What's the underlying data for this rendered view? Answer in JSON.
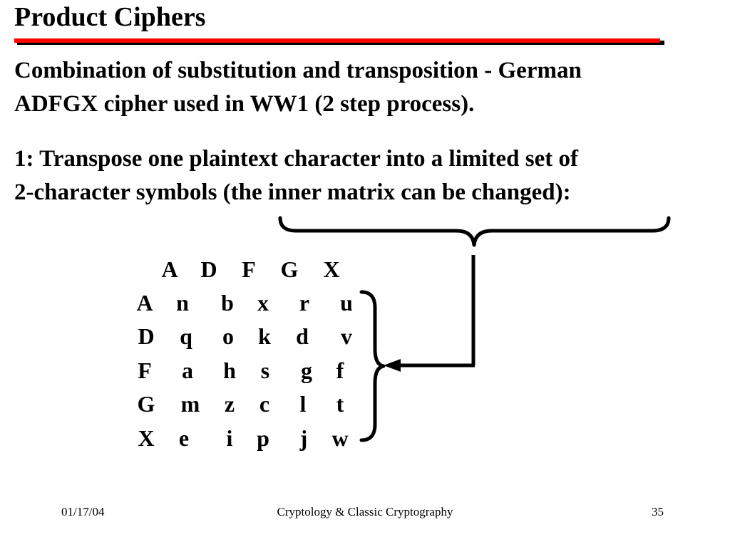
{
  "slide": {
    "title": "Product Ciphers",
    "paragraph_1_line_1": "Combination of substitution and transposition - German",
    "paragraph_1_line_2": "ADFGX cipher used in WW1 (2 step process).",
    "paragraph_2_line_1": "1: Transpose one plaintext character into a limited set of",
    "paragraph_2_line_2": "2-character symbols (the inner matrix can be changed):"
  },
  "matrix": {
    "column_headers": [
      "A",
      "D",
      "F",
      "G",
      "X"
    ],
    "rows": [
      {
        "header": "A",
        "cells": [
          "n",
          "b",
          "x",
          "r",
          "u"
        ]
      },
      {
        "header": "D",
        "cells": [
          "q",
          "o",
          "k",
          "d",
          "v"
        ]
      },
      {
        "header": "F",
        "cells": [
          "a",
          "h",
          "s",
          "g",
          "f"
        ]
      },
      {
        "header": "G",
        "cells": [
          "m",
          "z",
          "c",
          "l",
          "t"
        ]
      },
      {
        "header": "X",
        "cells": [
          "e",
          "i",
          "p",
          "j",
          "w"
        ]
      }
    ]
  },
  "footer": {
    "date": "01/17/04",
    "course": "Cryptology & Classic Cryptography",
    "page_number": "35"
  },
  "colors": {
    "title_rule": "#ff0000",
    "title_rule_shadow": "#000000",
    "text": "#000000",
    "background": "#ffffff"
  }
}
